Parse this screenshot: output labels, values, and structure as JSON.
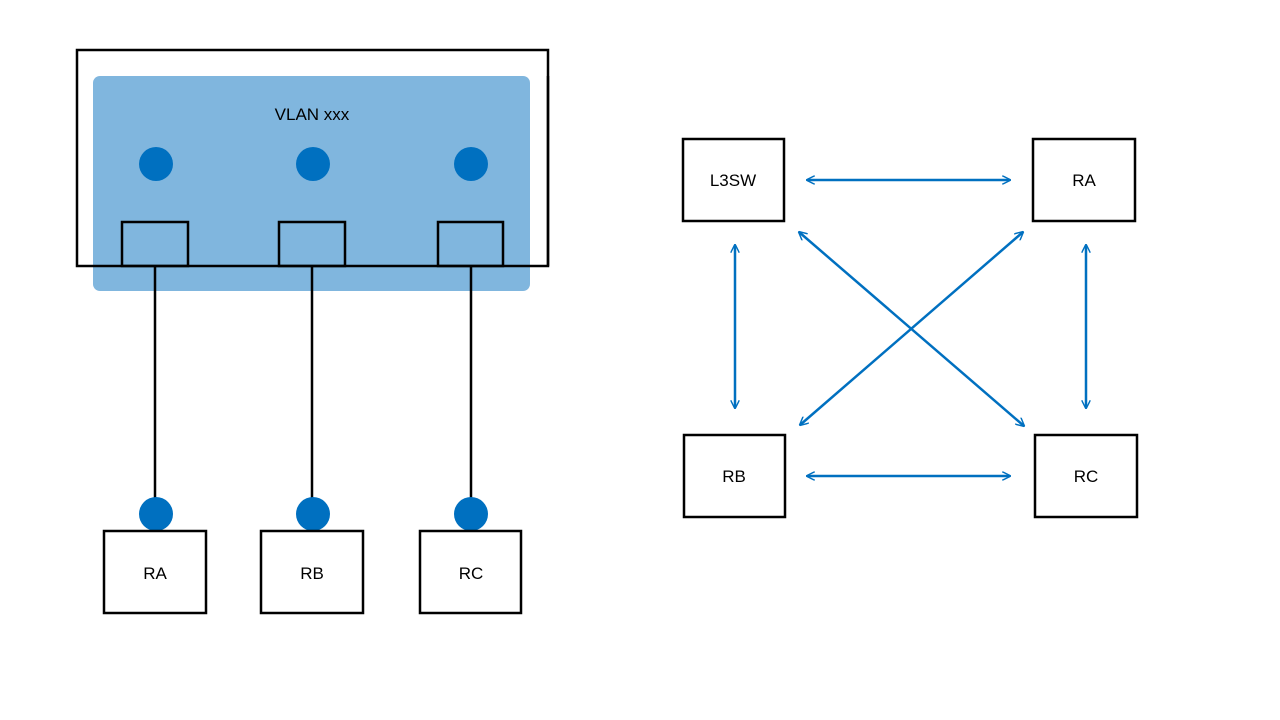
{
  "colors": {
    "vlan_fill": "#80b6de",
    "port_dot": "#0070c0",
    "arrow": "#0070c0",
    "stroke": "#000000"
  },
  "switch_view": {
    "vlan_label": "VLAN xxx",
    "routers": [
      {
        "label": "RA"
      },
      {
        "label": "RB"
      },
      {
        "label": "RC"
      }
    ]
  },
  "mesh_view": {
    "nodes": [
      {
        "label": "L3SW"
      },
      {
        "label": "RA"
      },
      {
        "label": "RB"
      },
      {
        "label": "RC"
      }
    ],
    "links": [
      [
        "L3SW",
        "RA"
      ],
      [
        "L3SW",
        "RB"
      ],
      [
        "L3SW",
        "RC"
      ],
      [
        "RA",
        "RB"
      ],
      [
        "RA",
        "RC"
      ],
      [
        "RB",
        "RC"
      ]
    ]
  }
}
